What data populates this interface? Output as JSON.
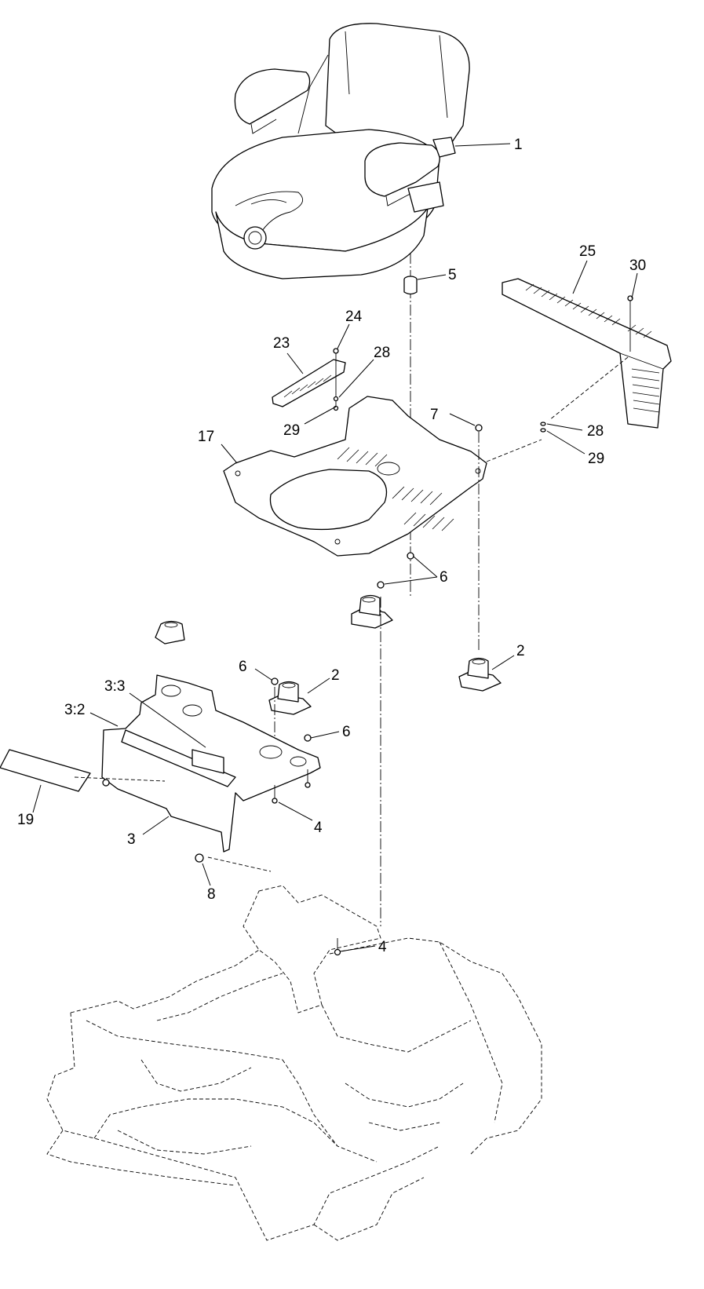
{
  "diagram": {
    "callouts": {
      "c1": "1",
      "c2a": "2",
      "c2b": "2",
      "c3": "3",
      "c3_2": "3:2",
      "c3_3": "3:3",
      "c4a": "4",
      "c4b": "4",
      "c5": "5",
      "c6a": "6",
      "c6b": "6",
      "c6c": "6",
      "c7": "7",
      "c8": "8",
      "c17": "17",
      "c19": "19",
      "c23": "23",
      "c24": "24",
      "c25": "25",
      "c28a": "28",
      "c28b": "28",
      "c29a": "29",
      "c29b": "29",
      "c30": "30"
    }
  }
}
